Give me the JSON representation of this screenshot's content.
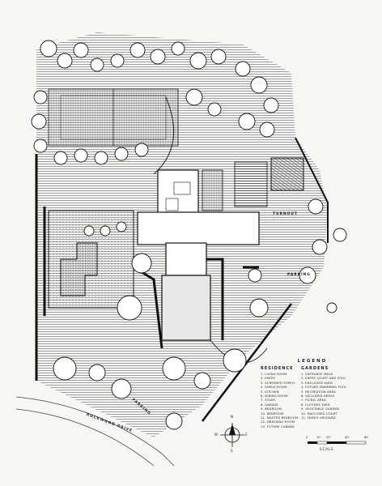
{
  "legend": {
    "title": "LEGEND",
    "residence_heading": "RESIDENCE",
    "gardens_heading": "GARDENS",
    "residence_items": [
      "1. LIVING ROOM",
      "2. ENTRY",
      "3. SCREENED PORCH",
      "4. FAMILY ROOM",
      "5. KITCHEN",
      "6. DINING ROOM",
      "7. STUDY",
      "8. GARAGE",
      "9. BEDROOM",
      "10. BEDROOM",
      "11. MASTER BEDROOM",
      "12. DRESSING ROOM",
      "13. FUTURE CABAÑA"
    ],
    "garden_items": [
      "1. ENTRANCE WALK",
      "2. ENTRY COURT AND POOL",
      "3. ENCLOSED YARD",
      "4. FUTURE SWIMMING POOL",
      "5. RECREATION AREA",
      "6. SECLUDED AREAS",
      "7. PICNIC AREA",
      "8. CLOTHES YARD",
      "9. VEGETABLE GARDEN",
      "10. ENCLOSED COURT",
      "11. FAMILY ORCHARD"
    ]
  },
  "map_labels": {
    "road": "ROCKWOOD DRIVE",
    "parking_front": "PARKING",
    "parking_side": "PARKING",
    "turnout": "TURNOUT"
  },
  "scale": {
    "label": "SCALE",
    "ticks": [
      "0",
      "10'",
      "20'",
      "40'",
      "60'"
    ]
  },
  "compass": {
    "n": "N",
    "s": "S",
    "e": "E",
    "w": "W"
  },
  "colors": {
    "ink": "#1b1b1b",
    "paper": "#f7f6f2",
    "lawn": "#dcdcdc"
  }
}
